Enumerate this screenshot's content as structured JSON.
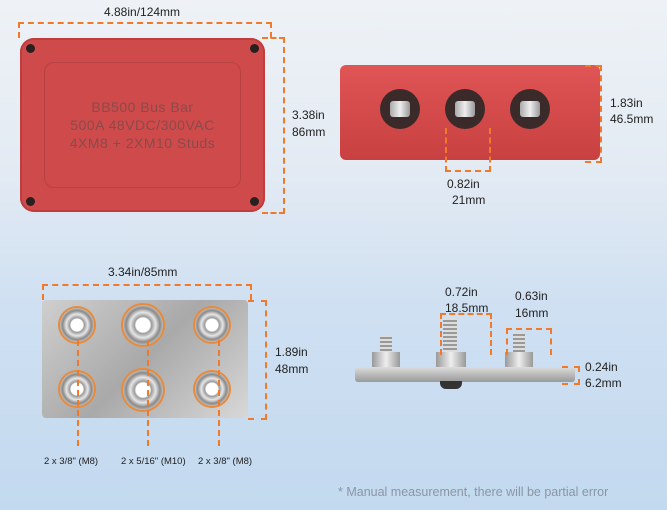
{
  "top_view": {
    "width_label": "4.88in/124mm",
    "height_in": "3.38in",
    "height_mm": "86mm",
    "engraving": [
      "BB500 Bus Bar",
      "500A 48VDC/300VAC",
      "4XM8 + 2XM10 Studs"
    ]
  },
  "side_view": {
    "height_in": "1.83in",
    "height_mm": "46.5mm",
    "hole_in": "0.82in",
    "hole_mm": "21mm"
  },
  "plate_view": {
    "width_label": "3.34in/85mm",
    "height_in": "1.89in",
    "height_mm": "48mm",
    "stud_labels": [
      "2 x 3/8\" (M8)",
      "2 x 5/16\" (M10)",
      "2 x 3/8\" (M8)"
    ]
  },
  "profile_view": {
    "stud_large_in": "0.72in",
    "stud_large_mm": "18.5mm",
    "stud_small_in": "0.63in",
    "stud_small_mm": "16mm",
    "thickness_in": "0.24in",
    "thickness_mm": "6.2mm"
  },
  "footnote": "* Manual measurement, there will be partial error",
  "colors": {
    "accent": "#f07a2a",
    "housing": "#cf4a4a"
  }
}
